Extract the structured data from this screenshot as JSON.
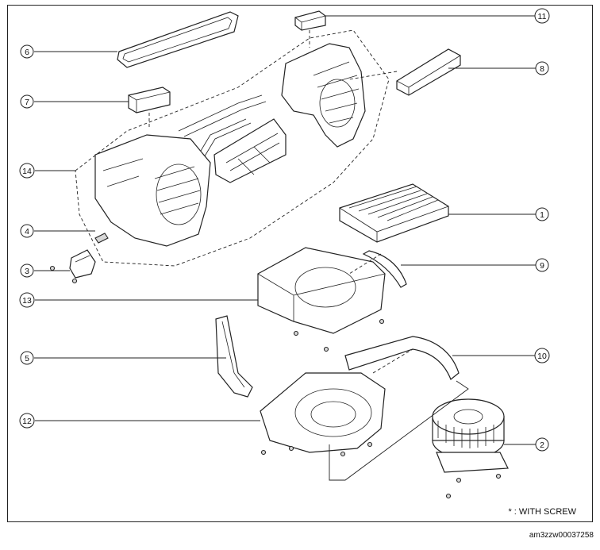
{
  "callouts": [
    "1",
    "2",
    "3",
    "4",
    "5",
    "6",
    "7",
    "8",
    "9",
    "10",
    "11",
    "12",
    "13",
    "14"
  ],
  "note": "* : WITH SCREW",
  "doc_id": "am3zzw00037258"
}
